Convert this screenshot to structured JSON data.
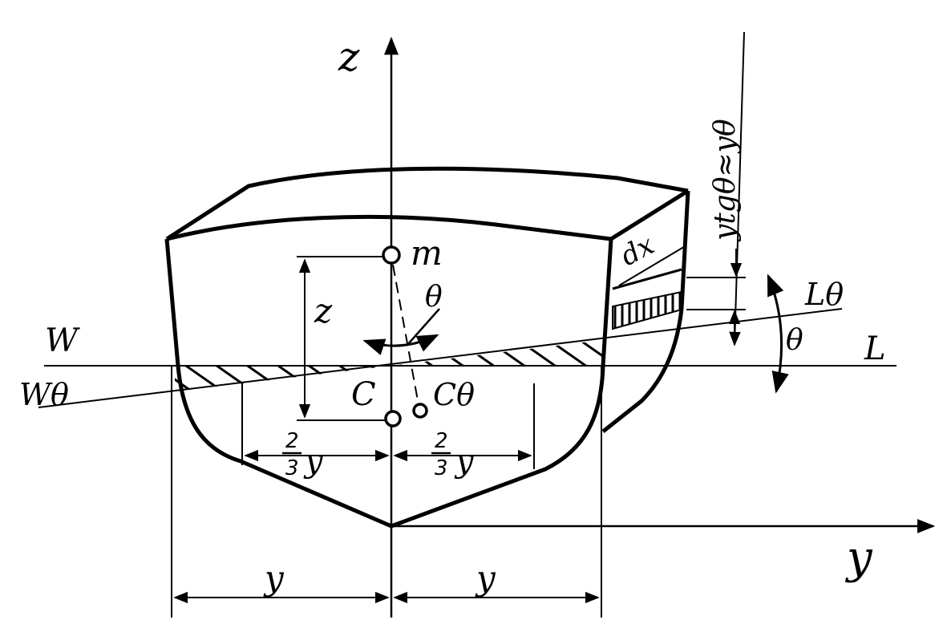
{
  "labels": {
    "z_axis": "z",
    "y_axis": "y",
    "metacenter": "m",
    "heel_angle": "θ",
    "height": "z",
    "center": "C",
    "center_heeled": "Cθ",
    "waterline_left": "W",
    "waterline_right": "L",
    "heeled_left": "Wθ",
    "heeled_right": "Lθ",
    "angle_right": "θ",
    "slice_width": "dx",
    "vertical_formula": "ytgθ≈yθ",
    "two_thirds_num": "2",
    "two_thirds_den": "3",
    "two_thirds_var": "y",
    "half_beam": "y"
  },
  "colors": {
    "ink": "#000000",
    "paper": "#ffffff"
  }
}
